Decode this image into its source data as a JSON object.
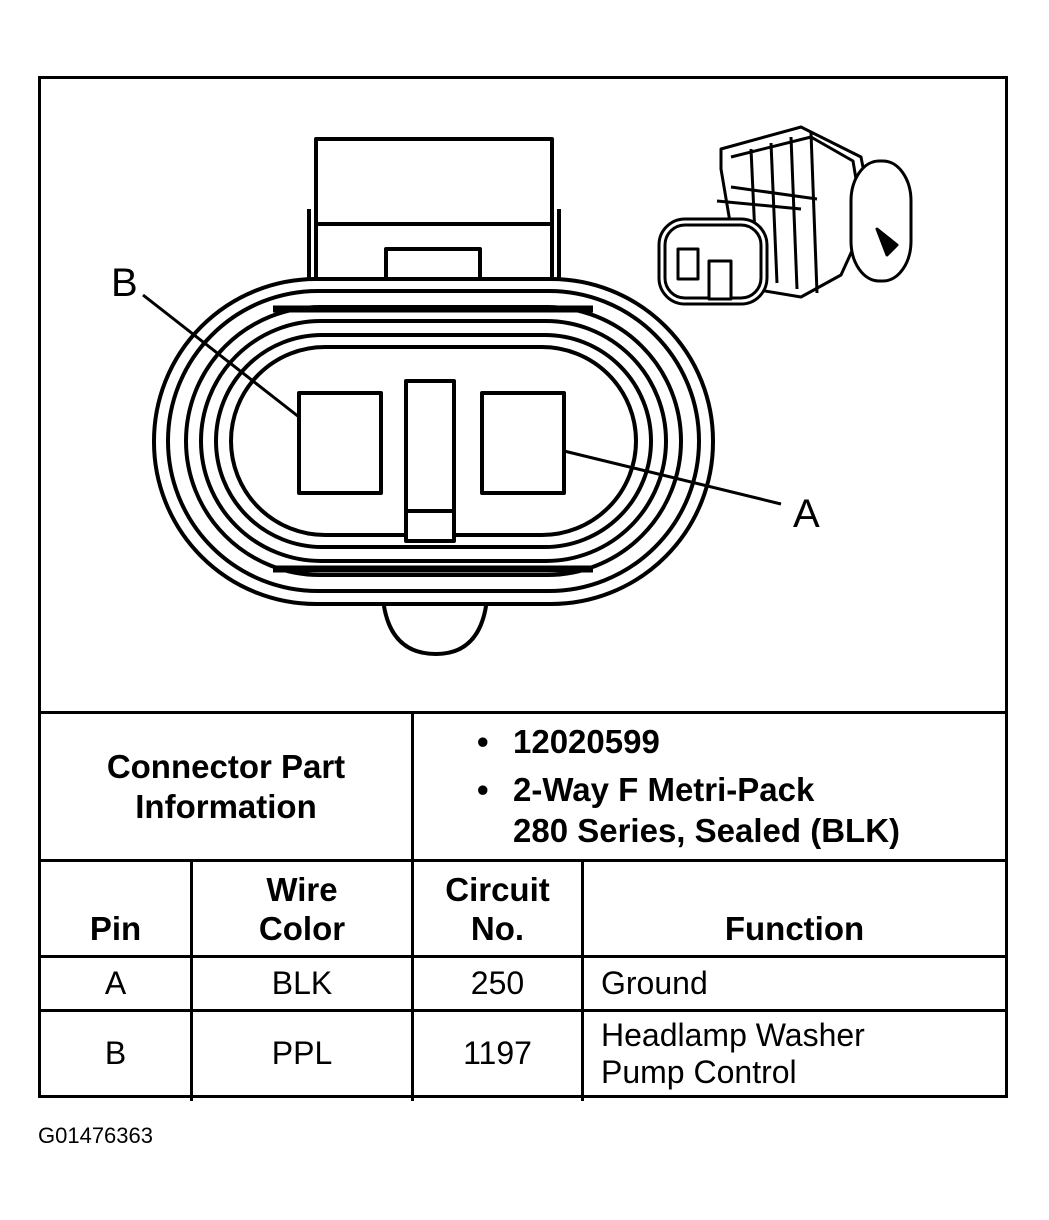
{
  "diagram": {
    "callouts": {
      "pin_b": "B",
      "pin_a": "A"
    }
  },
  "part_info": {
    "label_line1": "Connector Part",
    "label_line2": "Information",
    "items": [
      {
        "bullet": "•",
        "line1": "12020599",
        "line2": ""
      },
      {
        "bullet": "•",
        "line1": "2-Way F Metri-Pack",
        "line2": "280 Series, Sealed (BLK)"
      }
    ]
  },
  "table": {
    "headers": {
      "pin": "Pin",
      "wire_color_line1": "Wire",
      "wire_color_line2": "Color",
      "circuit_line1": "Circuit",
      "circuit_line2": "No.",
      "function": "Function"
    },
    "rows": [
      {
        "pin": "A",
        "color": "BLK",
        "circuit": "250",
        "function_line1": "Ground",
        "function_line2": ""
      },
      {
        "pin": "B",
        "color": "PPL",
        "circuit": "1197",
        "function_line1": "Headlamp Washer",
        "function_line2": "Pump Control"
      }
    ]
  },
  "caption": "G01476363"
}
